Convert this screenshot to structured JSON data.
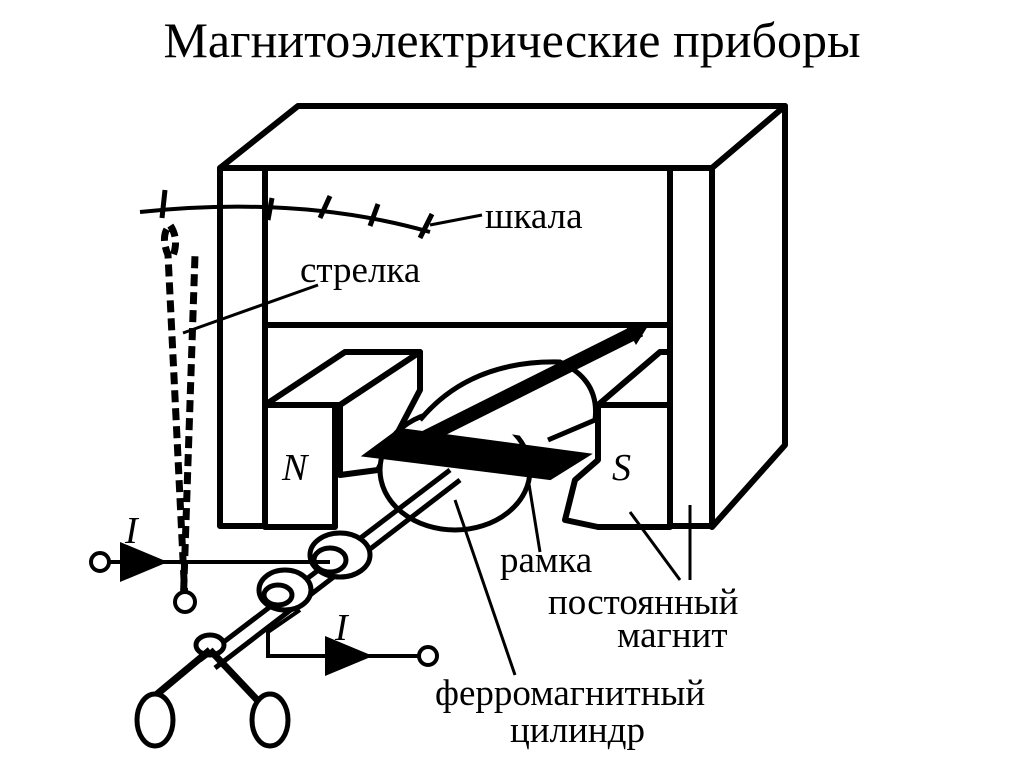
{
  "title": "Магнитоэлектрические приборы",
  "labels": {
    "scale": "шкала",
    "pointer": "стрелка",
    "frame": "рамка",
    "permanent_magnet_line1": "постоянный",
    "permanent_magnet_line2": "магнит",
    "ferro_cylinder_line1": "ферромагнитный",
    "ferro_cylinder_line2": "цилиндр"
  },
  "poles": {
    "north": "N",
    "south": "S"
  },
  "current": {
    "in": "I",
    "out": "I"
  }
}
